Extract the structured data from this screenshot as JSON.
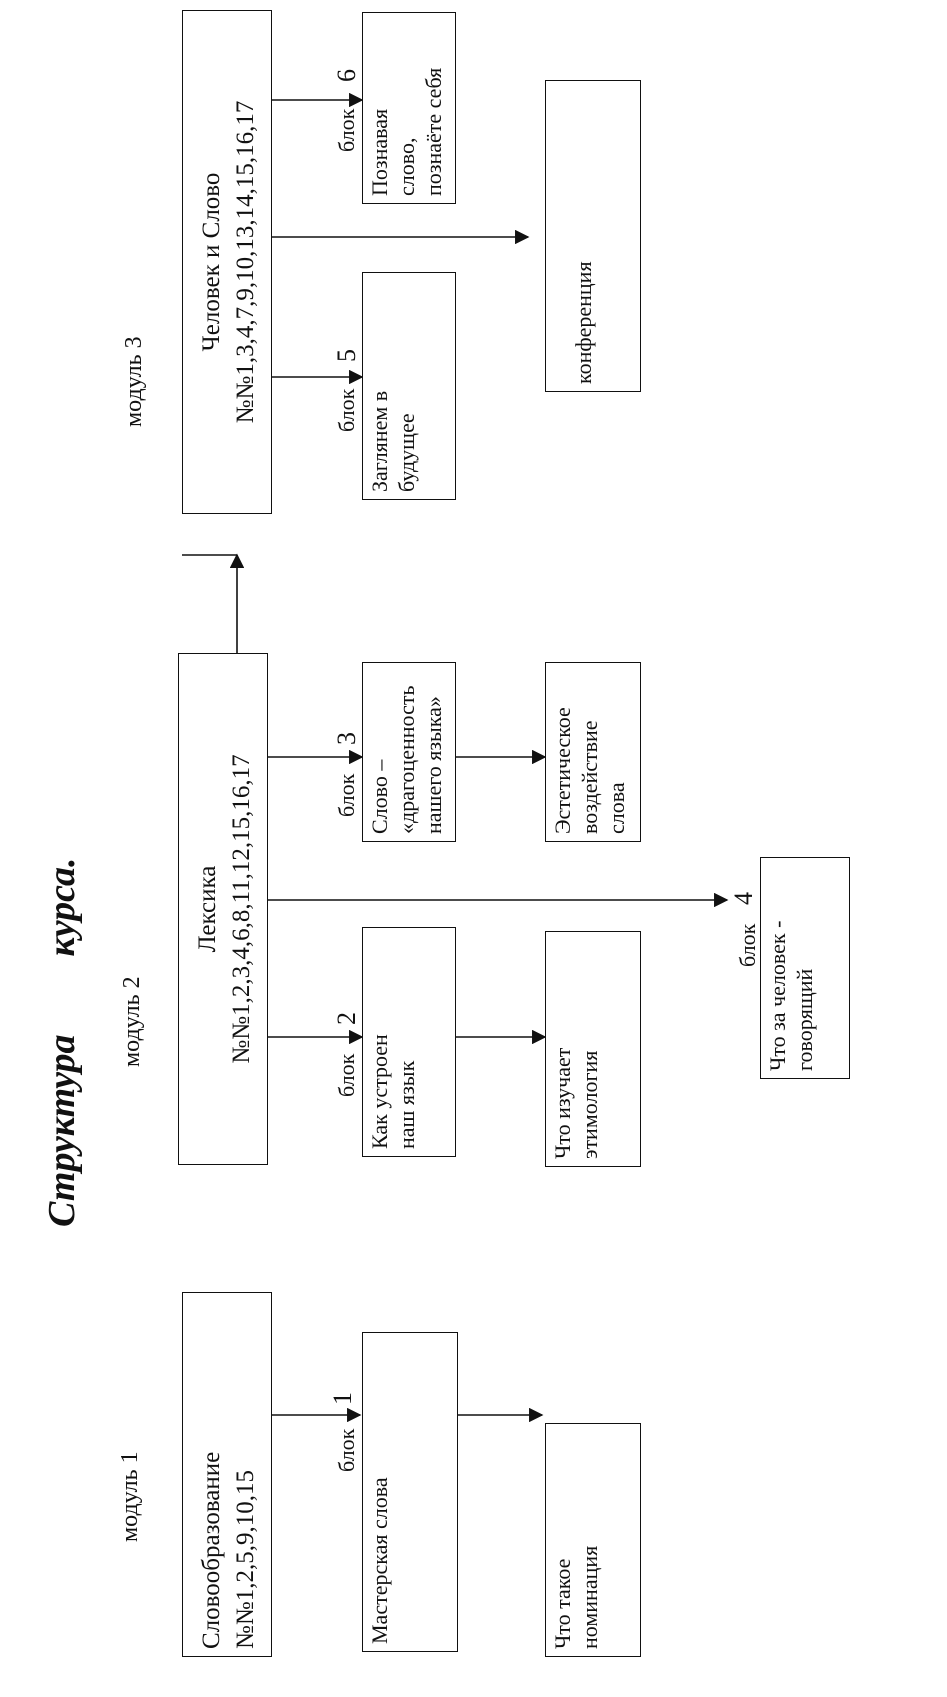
{
  "title": {
    "word1": "Структура",
    "word2": "курса",
    "dot": "."
  },
  "modules": [
    {
      "label": "модуль 1",
      "box_line1": "Словообразование",
      "box_line2": "№№1,2,5,9,10,15"
    },
    {
      "label": "модуль 2",
      "box_line1": "Лексика",
      "box_line2": "№№1,2,3,4,6,8,11,12,15,16,17"
    },
    {
      "label": "модуль 3",
      "box_line1": "Человек и Слово",
      "box_line2": "№№1,3,4,7,9,10,13,14,15,16,17"
    }
  ],
  "blocks": [
    {
      "word": "блок",
      "number": "1",
      "lines": [
        "Мастерская слова"
      ]
    },
    {
      "word": "блок",
      "number": "2",
      "lines": [
        "Как устроен",
        "наш язык"
      ]
    },
    {
      "word": "блок",
      "number": "3",
      "lines": [
        "Слово –",
        "«драгоценность",
        "нашего языка»"
      ]
    },
    {
      "word": "блок",
      "number": "4",
      "lines": [
        "Что за человек -",
        "говорящий"
      ]
    },
    {
      "word": "блок",
      "number": "5",
      "lines": [
        "Заглянем в",
        "будущее"
      ]
    },
    {
      "word": "блок",
      "number": "6",
      "lines": [
        "Познавая",
        "слово,",
        "познаёте себя"
      ]
    }
  ],
  "topics": [
    {
      "lines": [
        "Что такое",
        "номинация"
      ]
    },
    {
      "lines": [
        "Что изучает",
        "этимология"
      ]
    },
    {
      "lines": [
        "Эстетическое",
        "воздействие",
        "слова"
      ]
    },
    {
      "lines": [
        "конференция"
      ]
    }
  ]
}
